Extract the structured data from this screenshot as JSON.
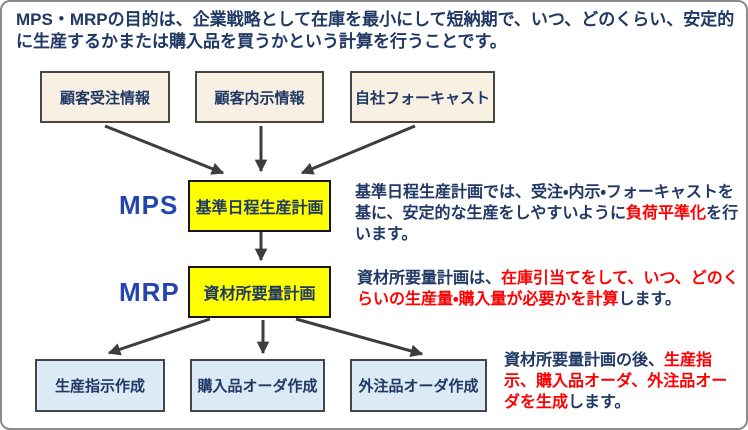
{
  "title": "MPS・MRPの目的は、企業戦略として在庫を最小にして短納期で、いつ、どのくらい、安定的に生産するかまたは購入品を買うかという計算を行うことです。",
  "sources": [
    {
      "label": "顧客受注情報"
    },
    {
      "label": "顧客内示情報"
    },
    {
      "label": "自社フォーキャスト"
    }
  ],
  "mps": {
    "abbr": "MPS",
    "box_label": "基準日程生産計画",
    "desc_part1": "基準日程生産計画では、受注・内示・フォーキャストを基に、安定的な生産をしやすいように",
    "desc_highlight": "負荷平準化",
    "desc_part2": "を行います。"
  },
  "mrp": {
    "abbr": "MRP",
    "box_label": "資材所要量計画",
    "desc_part1": "資材所要量計画は、",
    "desc_highlight": "在庫引当てをして、いつ、どのくらいの生産量・購入量が必要かを計算",
    "desc_part2": "します。"
  },
  "outputs": [
    {
      "label": "生産指示作成"
    },
    {
      "label": "購入品オーダ作成"
    },
    {
      "label": "外注品オーダ作成"
    }
  ],
  "outputs_desc": {
    "part1": "資材所要量計画の後、",
    "highlight": "生産指示、購入品オーダ、外注品オーダを生成",
    "part2": "します。"
  },
  "colors": {
    "navy_text": "#1F3864",
    "abbr_blue": "#2444B0",
    "highlight_red": "#FF0000",
    "process_yellow": "#FFFF00",
    "source_cream": "#F8F0E2",
    "output_light_blue": "#DCEAF6",
    "arrow_gray": "#3D3D3D"
  }
}
